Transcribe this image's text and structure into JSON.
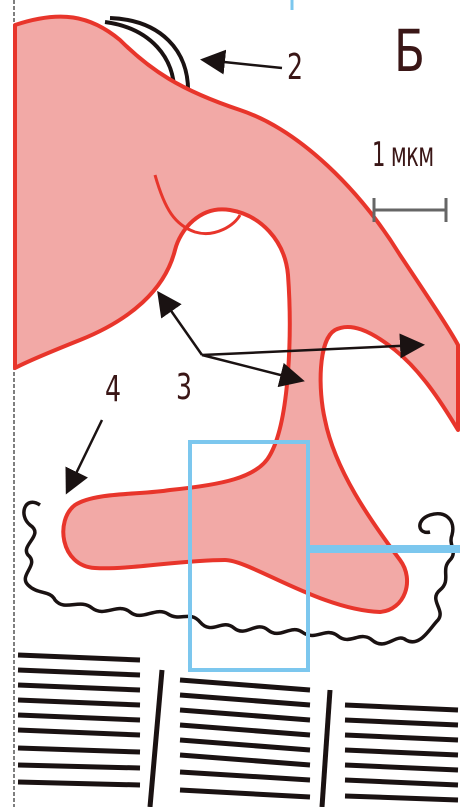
{
  "figure": {
    "panel_letter": "Б",
    "scale_bar_text": "1 мкм",
    "labels": [
      {
        "id": "2",
        "text": "2"
      },
      {
        "id": "3",
        "text": "3"
      },
      {
        "id": "4",
        "text": "4"
      }
    ],
    "colors": {
      "cell_fill": "#f2a9a6",
      "cell_outline": "#e8352b",
      "dark_lines": "#1a1212",
      "highlight_box": "#7cc7ee",
      "label_text": "#3a1616"
    }
  }
}
